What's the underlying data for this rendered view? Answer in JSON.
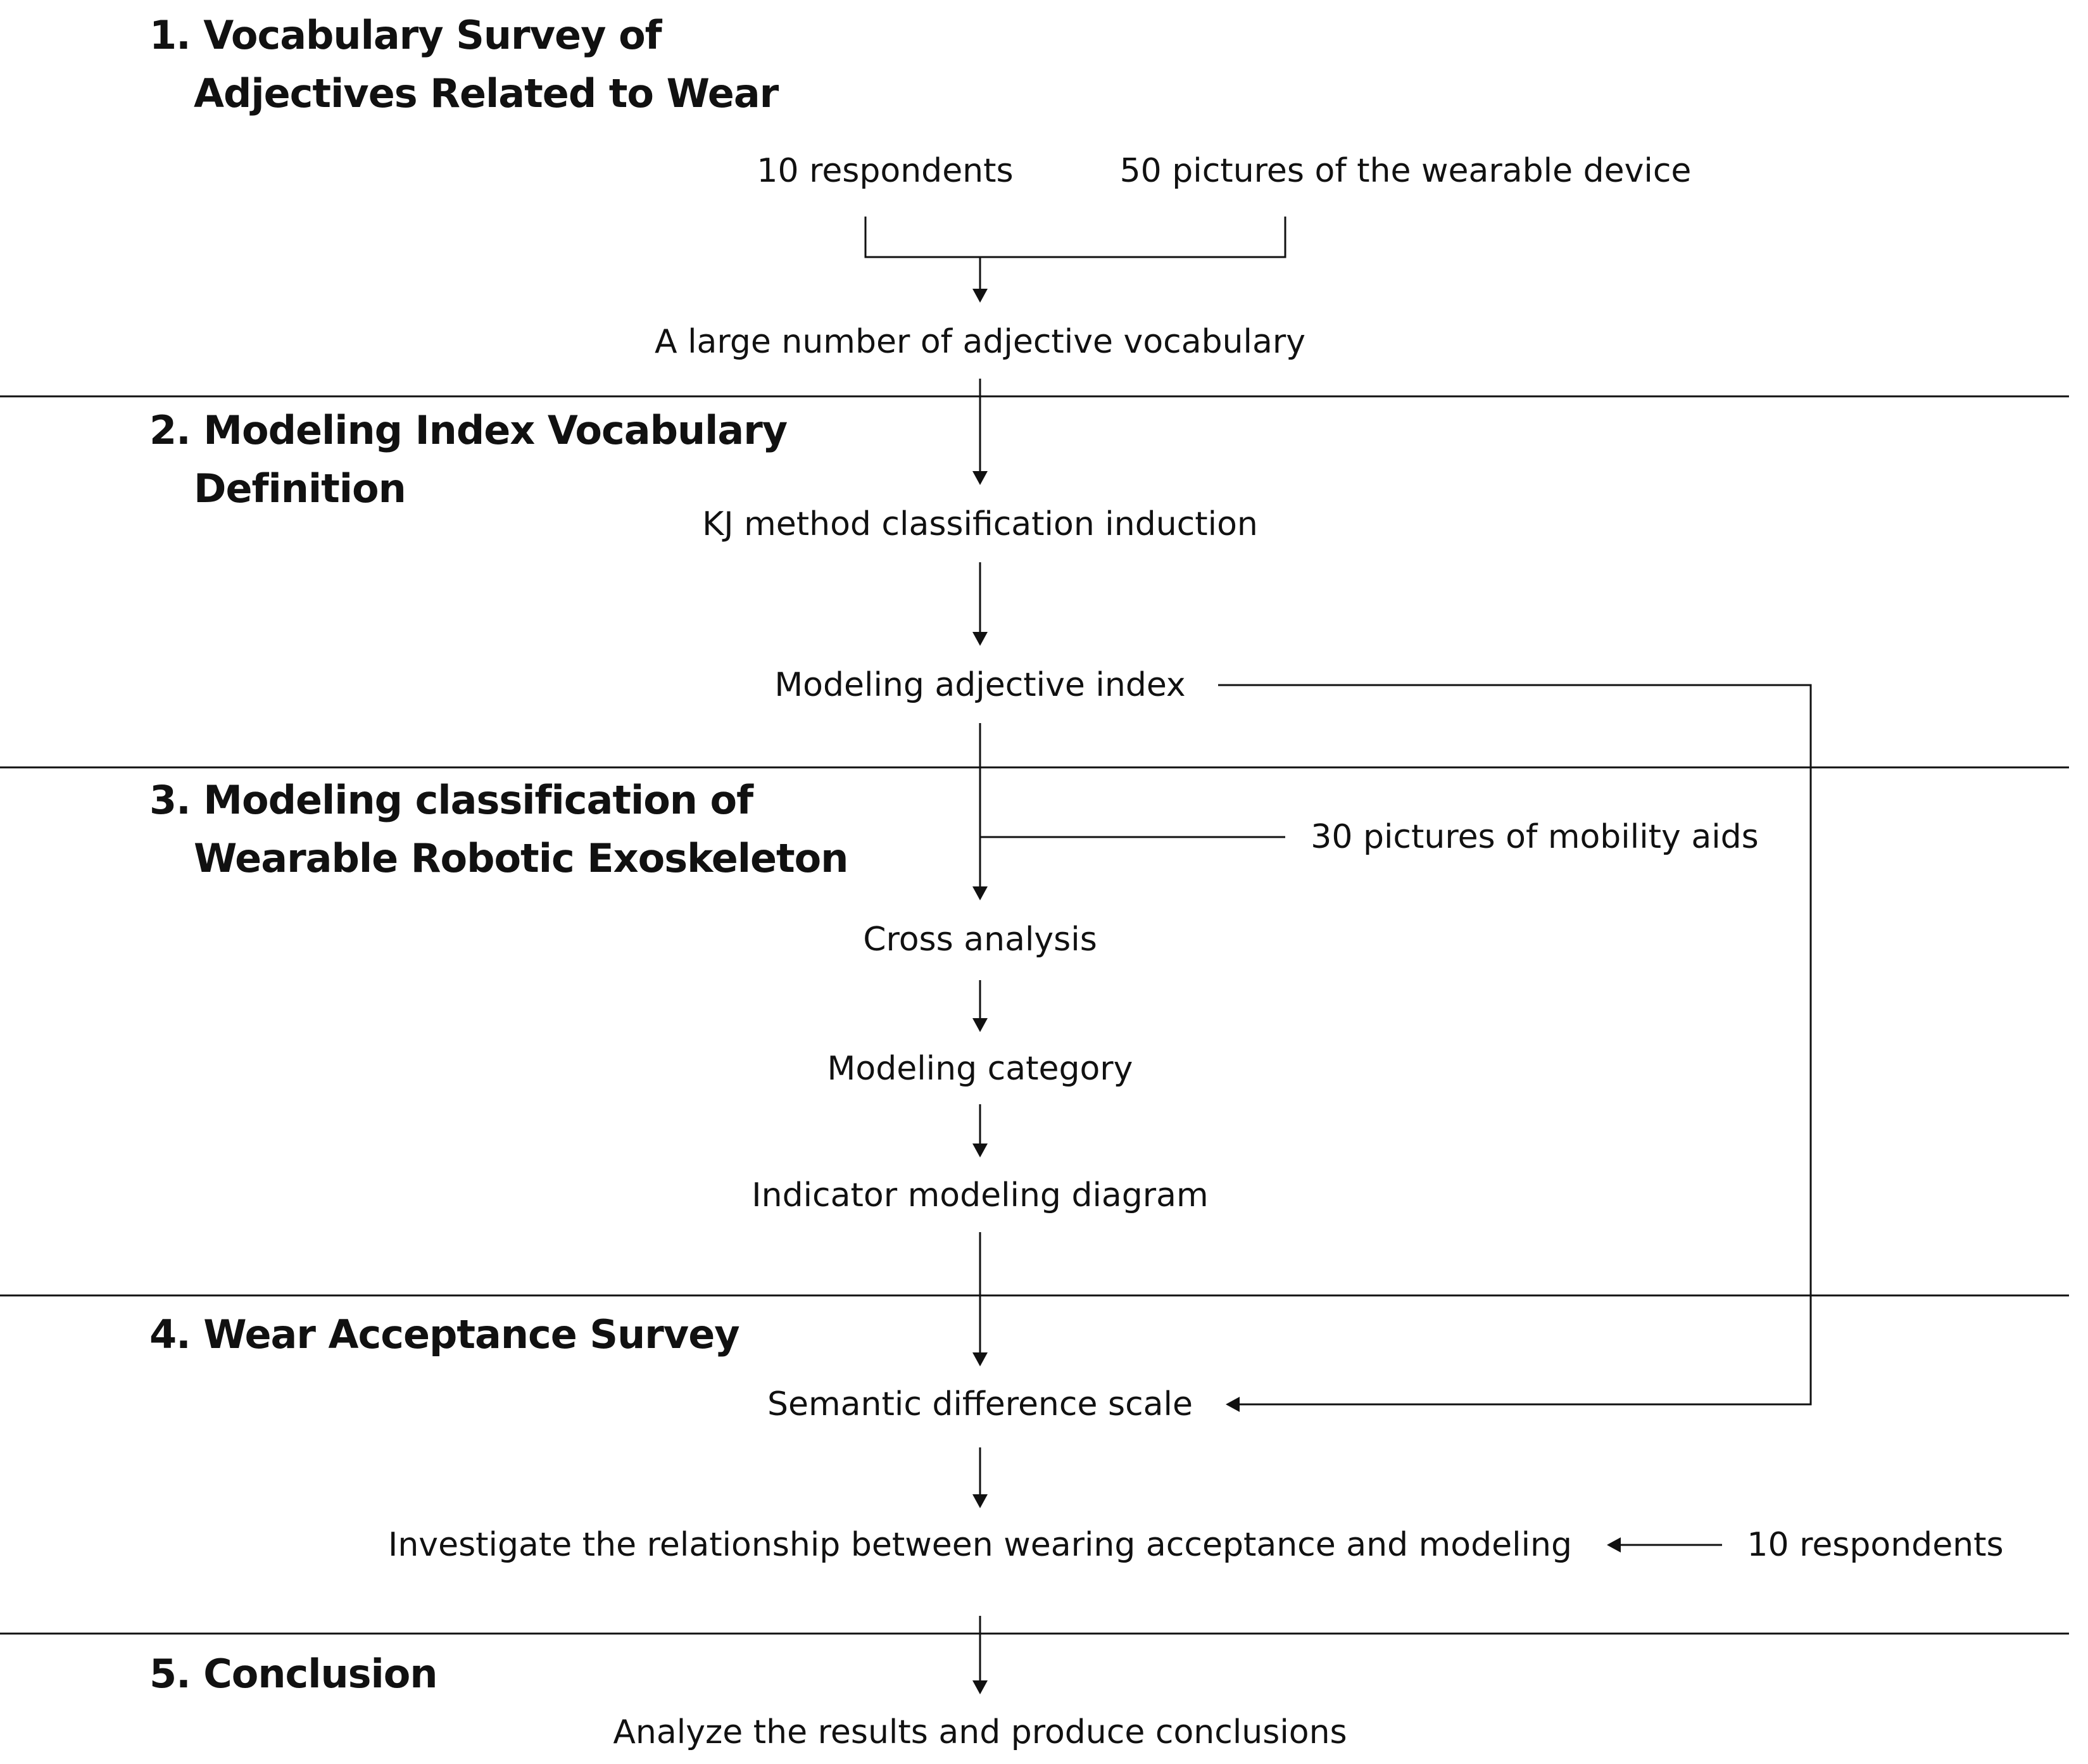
{
  "sections": [
    {
      "id": "s1",
      "lines": [
        "1. Vocabulary Survey of",
        "Adjectives Related to Wear"
      ]
    },
    {
      "id": "s2",
      "lines": [
        "2. Modeling Index Vocabulary",
        "Definition"
      ]
    },
    {
      "id": "s3",
      "lines": [
        "3. Modeling classification of",
        "Wearable Robotic Exoskeleton"
      ]
    },
    {
      "id": "s4",
      "lines": [
        "4. Wear Acceptance Survey"
      ]
    },
    {
      "id": "s5",
      "lines": [
        "5. Conclusion"
      ]
    }
  ],
  "nodes": {
    "respondents_a": "10 respondents",
    "pictures_wearable": "50 pictures of the wearable device",
    "adjective_vocabulary": "A large number of adjective vocabulary",
    "kj_method": "KJ method classification induction",
    "modeling_index": "Modeling adjective index",
    "pictures_mobility": "30 pictures of mobility aids",
    "cross_analysis": "Cross analysis",
    "modeling_category": "Modeling category",
    "indicator_diagram": "Indicator modeling diagram",
    "semantic_scale": "Semantic difference scale",
    "investigate": "Investigate the relationship between wearing acceptance and modeling",
    "respondents_b": "10 respondents",
    "conclusion_node": "Analyze the results and produce conclusions"
  },
  "colors": {
    "ink": "#111111",
    "background": "#ffffff"
  }
}
